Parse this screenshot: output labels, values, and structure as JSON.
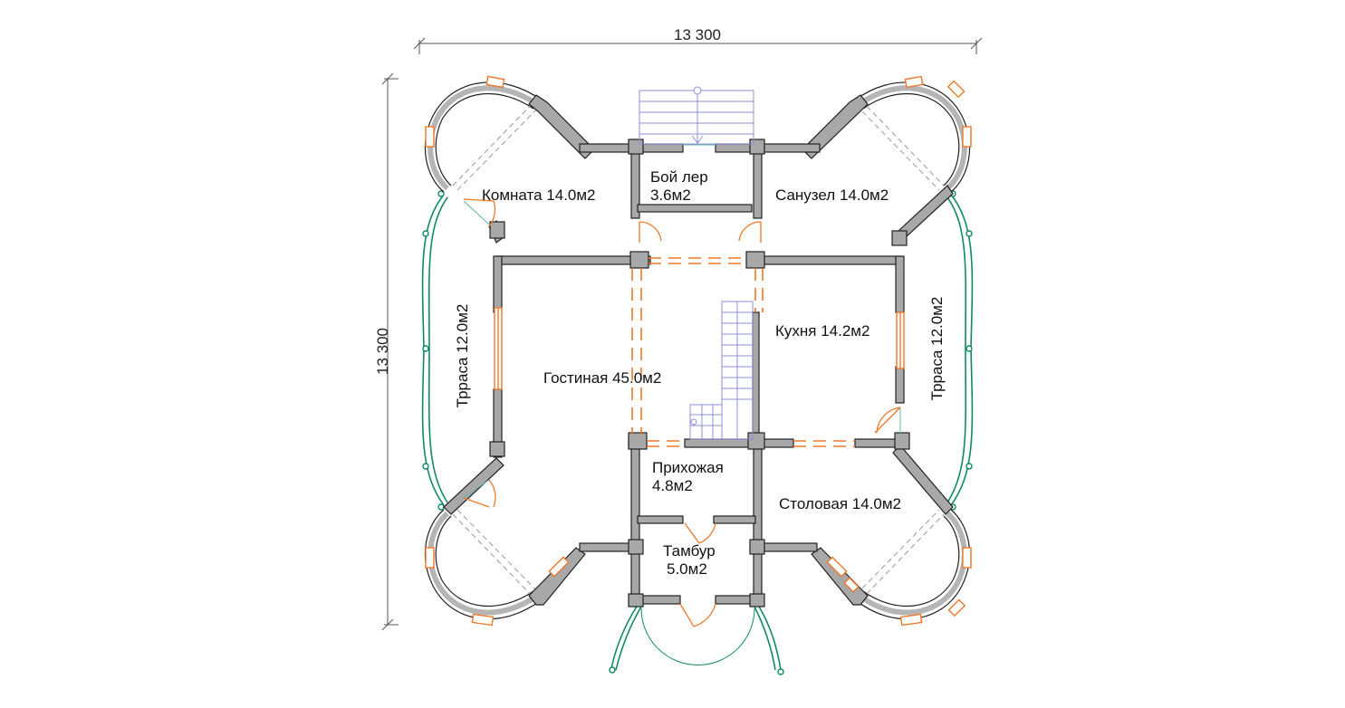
{
  "dimensions": {
    "width_label": "13 300",
    "height_label": "13 300"
  },
  "rooms": {
    "komnata": "Комната 14.0м2",
    "boyler_1": "Бой лер",
    "boyler_2": "3.6м2",
    "sanuzel": "Санузел 14.0м2",
    "terrace_left": "Трраса 12.0м2",
    "terrace_right": "Трраса 12.0м2",
    "gostinaya": "Гостиная 45.0м2",
    "kuhnya": "Кухня 14.2м2",
    "prihozhaya_1": "Прихожая",
    "prihozhaya_2": "4.8м2",
    "stolovaya": "Столовая 14.0м2",
    "tambur_1": "Тамбур",
    "tambur_2": "5.0м2"
  },
  "colors": {
    "wall_fill": "#a8a8a8",
    "wall_stroke": "#222222",
    "orange": "#f07828",
    "green": "#0f8a64",
    "stair": "#8f8fd8",
    "dimension": "#555555"
  }
}
